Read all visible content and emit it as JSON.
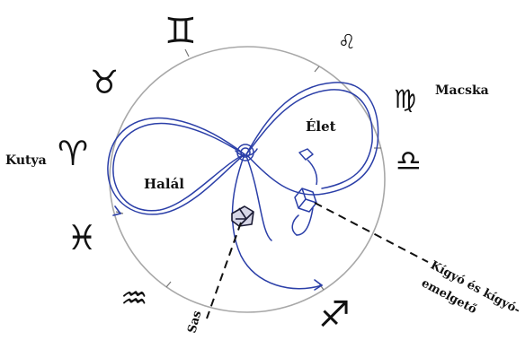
{
  "labels": {
    "halal": "Halál",
    "elet": "Élet",
    "kutya": "Kutya",
    "macska": "Macska",
    "sas": "Sas",
    "kigyo_line1": "Kígyó és kígyó-",
    "kigyo_line2": "emelgető"
  },
  "zodiac": {
    "gemini": "♊",
    "leo": "♌",
    "taurus": "♉",
    "virgo": "♍",
    "aries": "♈",
    "libra": "♎",
    "pisces": "♓",
    "aquarius": "♒",
    "sagittarius": "♐"
  },
  "colors": {
    "ink": "#2b3fa8",
    "circle": "#a8a8a8",
    "text": "#111111"
  }
}
